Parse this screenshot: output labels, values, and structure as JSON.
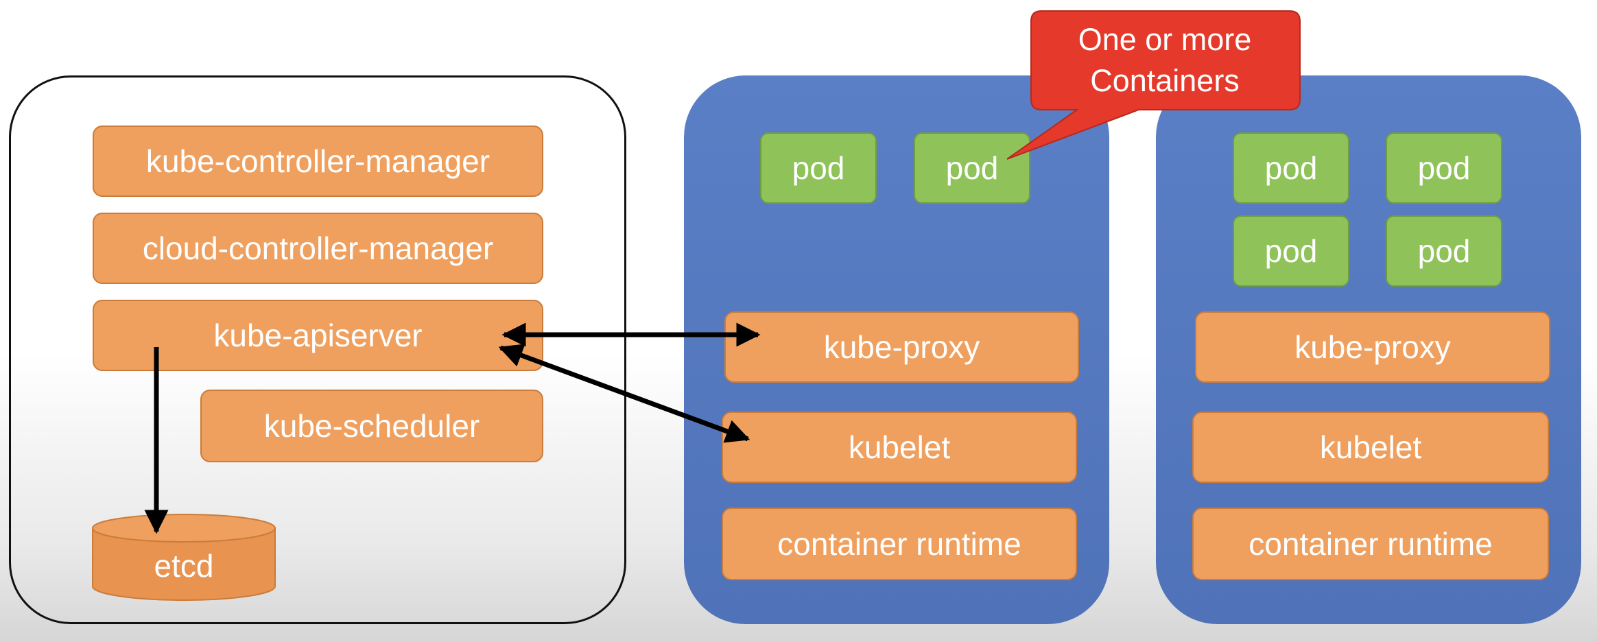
{
  "control_plane": {
    "kube_controller_manager": "kube-controller-manager",
    "cloud_controller_manager": "cloud-controller-manager",
    "kube_apiserver": "kube-apiserver",
    "kube_scheduler": "kube-scheduler",
    "etcd": "etcd"
  },
  "node_1": {
    "pods": [
      "pod",
      "pod"
    ],
    "kube_proxy": "kube-proxy",
    "kubelet": "kubelet",
    "container_runtime": "container runtime"
  },
  "node_2": {
    "pods": [
      "pod",
      "pod",
      "pod",
      "pod"
    ],
    "kube_proxy": "kube-proxy",
    "kubelet": "kubelet",
    "container_runtime": "container runtime"
  },
  "callout": {
    "line1": "One or more",
    "line2": "Containers"
  },
  "colors": {
    "component": "#f0a05e",
    "pod": "#8fc35a",
    "node": "#5b7fc6",
    "callout": "#e53a2b"
  }
}
